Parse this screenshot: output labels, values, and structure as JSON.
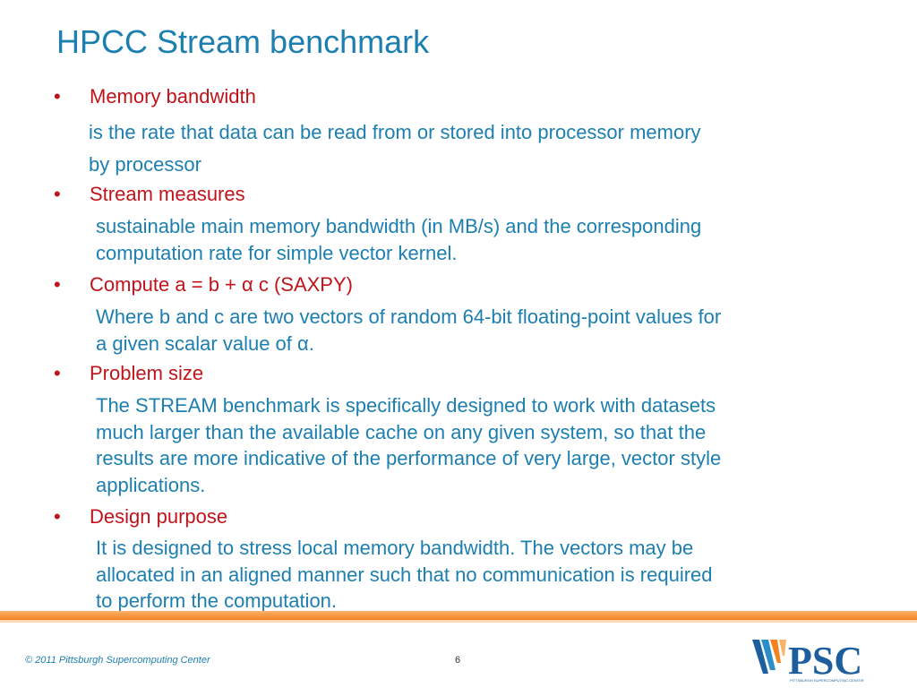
{
  "title": "HPCC Stream benchmark",
  "bullet_char": "•",
  "items": [
    {
      "heading": "Memory bandwidth",
      "body": "is the rate that data can be read from or stored into processor memory\nby processor"
    },
    {
      "heading": "Stream measures",
      "body": "sustainable main memory bandwidth (in MB/s) and the corresponding\ncomputation rate for simple vector kernel."
    },
    {
      "heading": "Compute a = b + α c (SAXPY)",
      "body": "Where b and c are two vectors of random 64-bit floating-point values for\na given scalar value of α."
    },
    {
      "heading": "Problem size",
      "body": "The STREAM benchmark is specifically designed to work with datasets\nmuch larger than the available cache on any given system, so that the\nresults are more indicative of the performance of very large, vector style\napplications."
    },
    {
      "heading": "Design purpose",
      "body": "It is designed to stress local memory bandwidth. The vectors may be\nallocated in an aligned manner such that no communication is required\nto perform the computation."
    }
  ],
  "footer": {
    "copyright": "© 2011 Pittsburgh Supercomputing Center",
    "page_number": "6",
    "logo_text": "PSC",
    "logo_subtext": "PITTSBURGH SUPERCOMPUTING CENTER"
  },
  "colors": {
    "title": "#1c7fb0",
    "bullet_heading": "#c0141b",
    "body": "#1c7fb0",
    "band": "#f58220",
    "logo": "#1c5e9e"
  }
}
